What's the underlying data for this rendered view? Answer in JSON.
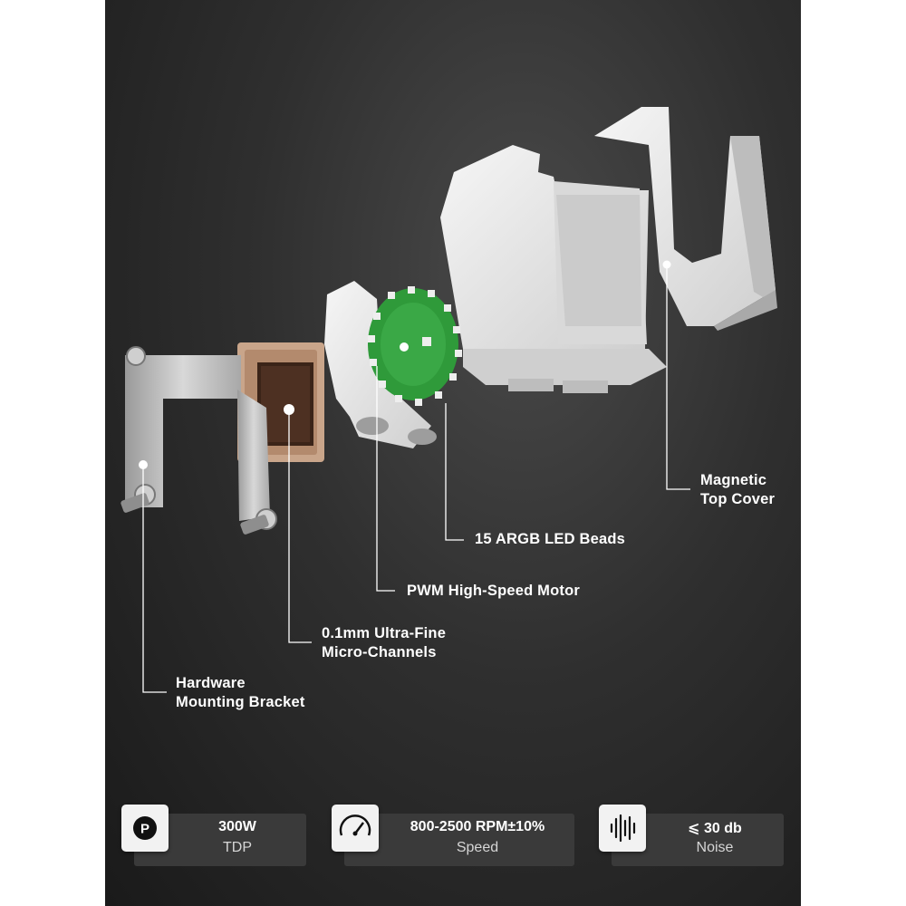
{
  "callouts": {
    "magnetic_top_cover": [
      "Magnetic",
      "Top Cover"
    ],
    "argb_led_beads": "15 ARGB LED Beads",
    "pwm_motor": "PWM High-Speed Motor",
    "micro_channels": [
      "0.1mm Ultra-Fine",
      "Micro-Channels"
    ],
    "mounting_bracket": [
      "Hardware",
      "Mounting Bracket"
    ]
  },
  "specs": [
    {
      "icon": "power-p-icon",
      "value": "300W",
      "label": "TDP"
    },
    {
      "icon": "speedometer-icon",
      "value": "800-2500 RPM±10%",
      "label": "Speed"
    },
    {
      "icon": "sound-wave-icon",
      "value": "⩽ 30 db",
      "label": "Noise"
    }
  ],
  "colors": {
    "background": "#2a2a2a",
    "component_white": "#e8e8e8",
    "copper": "#c9a58a",
    "pcb_green": "#2f9a3a",
    "spec_box": "#3a3a3a",
    "text": "#ffffff"
  }
}
